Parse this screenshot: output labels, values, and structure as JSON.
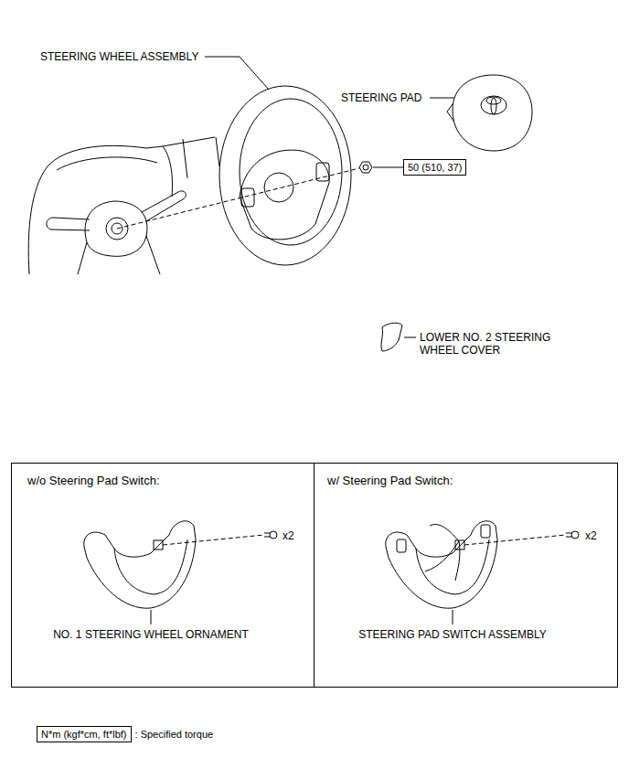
{
  "diagram": {
    "nodes": [
      {
        "text": [
          "50 (510, 37)"
        ]
      },
      {
        "text": [
          "w/o Steering Pad Switch:",
          "x2",
          "NO. 1 STEERING WHEEL ORNAMENT"
        ]
      },
      {
        "text": [
          "w/ Steering Pad Switch:",
          "x2",
          "STEERING PAD SWITCH ASSEMBLY"
        ]
      },
      {
        "text": [
          "N*m (kgf*cm, ft*lbf)"
        ]
      }
    ],
    "edges": [],
    "labels": [
      "STEERING WHEEL ASSEMBLY",
      "STEERING PAD",
      "LOWER NO. 2 STEERING WHEEL COVER"
    ],
    "legend": [
      {
        "text": ": Specified torque"
      }
    ]
  }
}
